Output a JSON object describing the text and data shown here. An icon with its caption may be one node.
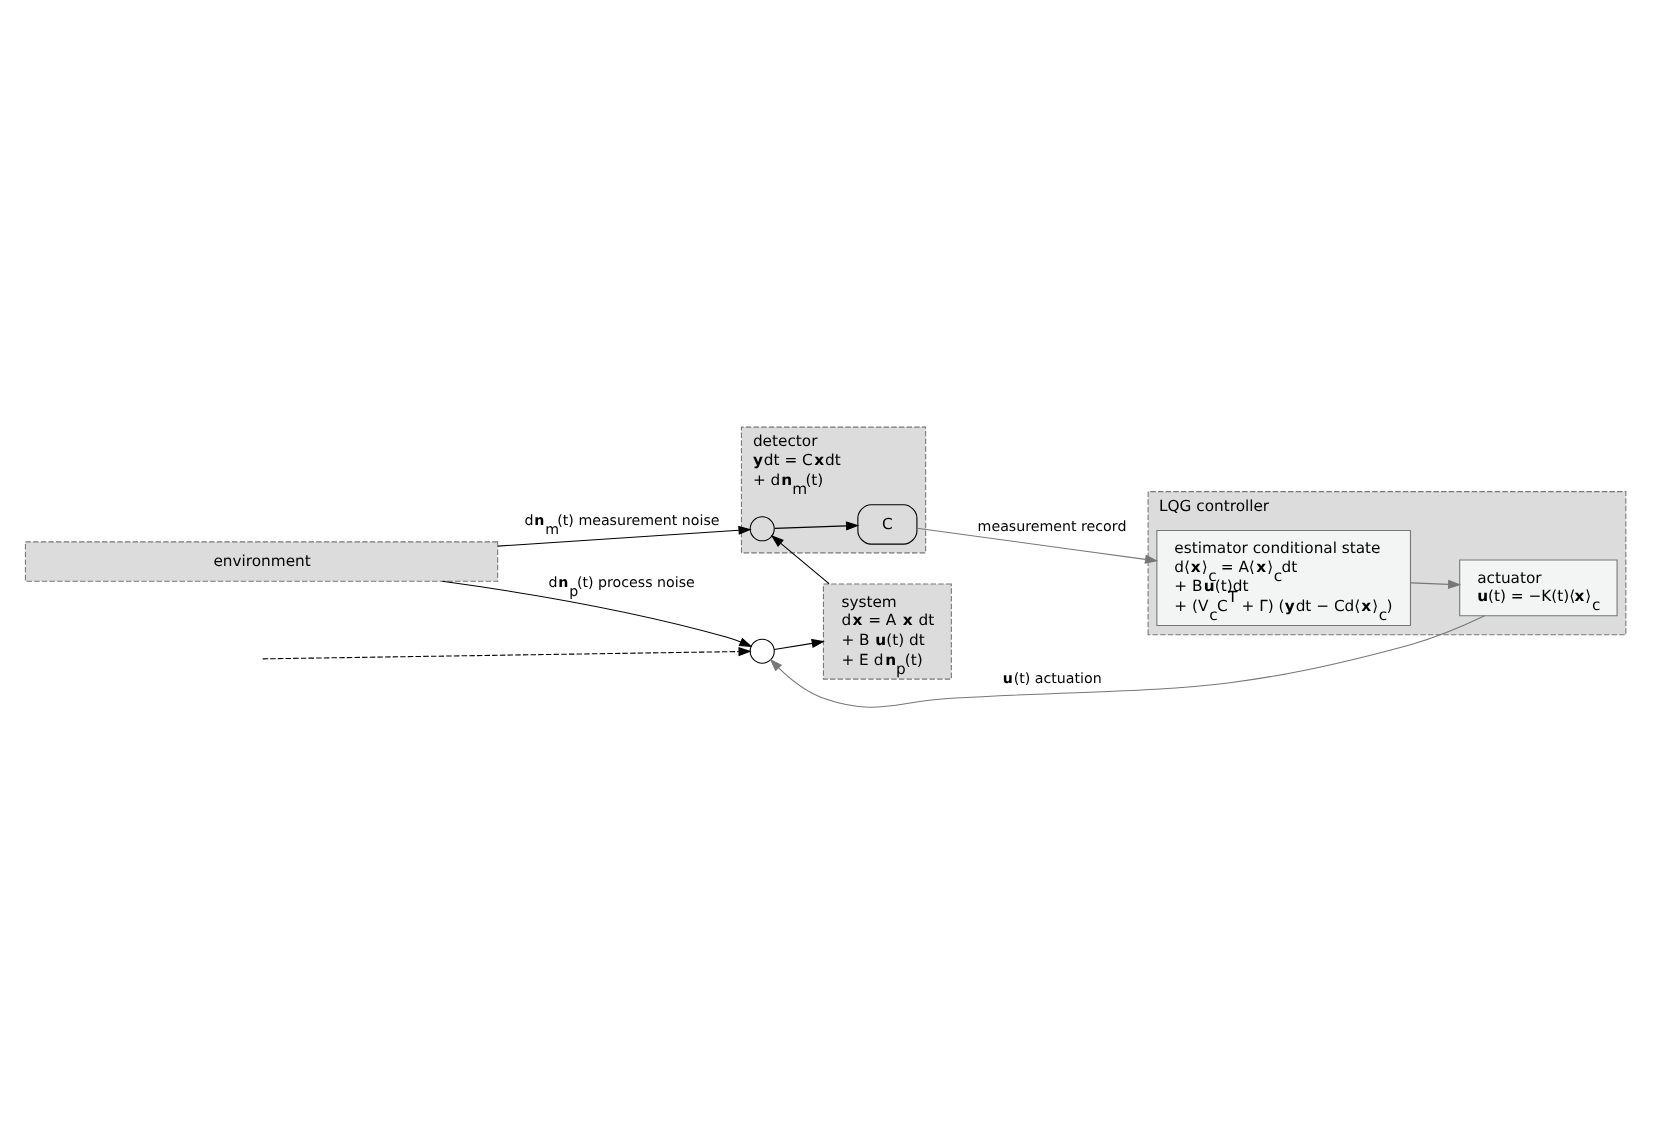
{
  "diagram": {
    "nodes": [
      {
        "text": [
          "environment"
        ]
      },
      {
        "text": [],
        "shape": "circle"
      },
      {
        "text": [
          "system",
          "d**x** = A **x** dt + B **u**(t) dt + E d**n**$_{p}$(t)"
        ]
      },
      {
        "text": [
          "detector",
          "**y**dt = C**x**dt + d**n**$_{m}$(t)"
        ]
      },
      {
        "text": [],
        "shape": "circle",
        "in": 3
      },
      {
        "text": [
          "C"
        ],
        "in": 3
      },
      {
        "text": [
          "LQG controller"
        ]
      },
      {
        "text": [
          "actuator",
          "**u**(t) = −K(t)⟨**x**⟩$_{c}$"
        ],
        "in": 6
      },
      {
        "text": [
          "estimator conditional state",
          "d⟨**x**⟩$_{c}$ = A⟨**x**⟩$_{c}$dt + B**u**(t)dt + (V$_{c}$C$^{T}$ + Γ) (**y**dt − Cd⟨**x**⟩$_{c}$)"
        ],
        "in": 6
      }
    ],
    "edges": [
      {
        "from": null,
        "to": 1,
        "arrow": "to",
        "style": "dashed"
      },
      {
        "from": 0,
        "to": 1,
        "arrow": "to",
        "label": "d**n**$_{p}$(t) process noise"
      },
      {
        "from": 1,
        "to": 2,
        "arrow": "to"
      },
      {
        "from": 2,
        "to": 4,
        "arrow": "to"
      },
      {
        "from": 0,
        "to": 4,
        "arrow": "to",
        "label": "d**n**$_{m}$(t) measurement noise"
      },
      {
        "from": 4,
        "to": 5,
        "arrow": "to"
      },
      {
        "from": 5,
        "to": 8,
        "arrow": "to",
        "label": "measurement record",
        "color": "#777777"
      },
      {
        "from": 8,
        "to": 7,
        "arrow": "to",
        "color": "#777777"
      },
      {
        "from": 7,
        "to": 1,
        "arrow": "to",
        "label": "**u**(t) actuation",
        "color": "#777777"
      }
    ]
  }
}
